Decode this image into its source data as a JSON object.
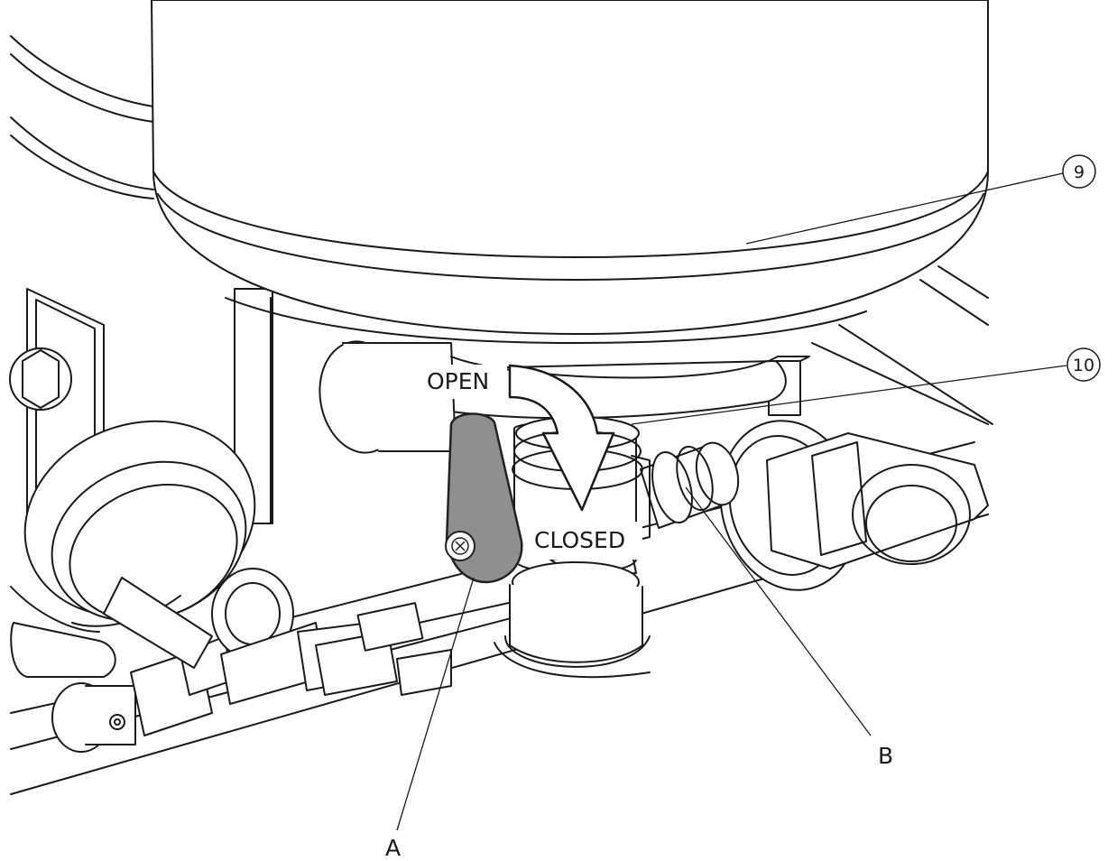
{
  "labels": {
    "open": "OPEN",
    "closed": "CLOSED",
    "callout_9": "9",
    "callout_10": "10",
    "label_a": "A",
    "label_b": "B"
  },
  "colors": {
    "line": "#1a1a1a",
    "background": "#ffffff",
    "lever": "#8f8f8f",
    "lever_edge": "#222222"
  }
}
